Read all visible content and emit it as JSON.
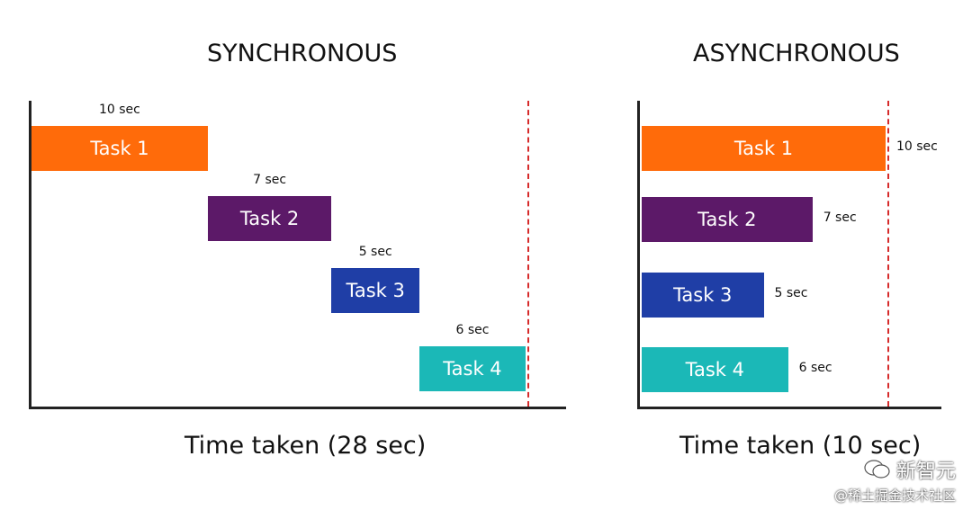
{
  "sync": {
    "title": "SYNCHRONOUS",
    "caption": "Time taken (28 sec)"
  },
  "async": {
    "title": "ASYNCHRONOUS",
    "caption": "Time taken (10 sec)"
  },
  "tasks": [
    {
      "name": "Task 1",
      "duration": 10,
      "label": "10 sec",
      "color": "#FF6B0A"
    },
    {
      "name": "Task 2",
      "duration": 7,
      "label": "7 sec",
      "color": "#5C1968"
    },
    {
      "name": "Task 3",
      "duration": 5,
      "label": "5 sec",
      "color": "#1F3EA6"
    },
    {
      "name": "Task 4",
      "duration": 6,
      "label": "6 sec",
      "color": "#1BB8B7"
    }
  ],
  "deadline_color": "#D62A2A",
  "watermark": {
    "brand": "新智元",
    "sub": "@稀土掘金技术社区"
  }
}
